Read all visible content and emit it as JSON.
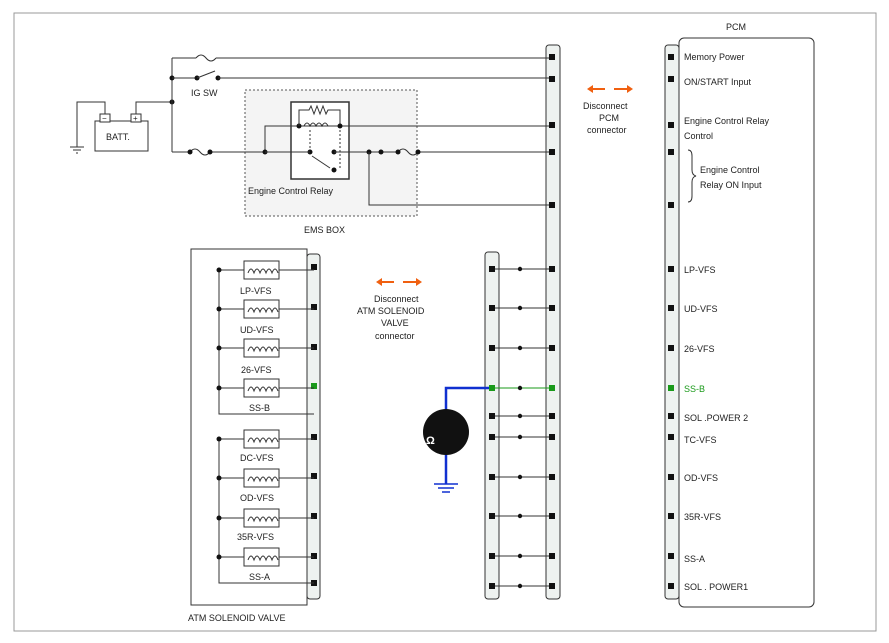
{
  "labels": {
    "pcm": "PCM",
    "batt": "BATT.",
    "ig_sw": "IG SW",
    "engine_control_relay": "Engine Control Relay",
    "ems_box": "EMS BOX",
    "atm_solenoid_valve": "ATM SOLENOID VALVE",
    "disconnect_pcm": [
      "Disconnect",
      "PCM",
      "connector"
    ],
    "disconnect_atm": [
      "Disconnect",
      "ATM SOLENOID",
      "VALVE",
      "connector"
    ],
    "ohmmeter_symbol": "Ω"
  },
  "pcm_pins": [
    {
      "label": [
        "Memory Power"
      ]
    },
    {
      "label": [
        "ON/START Input"
      ]
    },
    {
      "label": [
        "Engine Control Relay",
        "Control"
      ]
    },
    {
      "label": [
        "Engine Control",
        "Relay ON Input"
      ]
    },
    {
      "label": [
        "LP-VFS"
      ]
    },
    {
      "label": [
        "UD-VFS"
      ]
    },
    {
      "label": [
        "26-VFS"
      ]
    },
    {
      "label": [
        "SS-B"
      ],
      "highlight": true
    },
    {
      "label": [
        "SOL .POWER 2"
      ]
    },
    {
      "label": [
        "TC-VFS"
      ]
    },
    {
      "label": [
        "OD-VFS"
      ]
    },
    {
      "label": [
        "35R-VFS"
      ]
    },
    {
      "label": [
        "SS-A"
      ]
    },
    {
      "label": [
        "SOL . POWER1"
      ]
    }
  ],
  "solenoids": [
    "LP-VFS",
    "UD-VFS",
    "26-VFS",
    "SS-B",
    "DC-VFS",
    "OD-VFS",
    "35R-VFS",
    "SS-A"
  ],
  "colors": {
    "highlight": "#1a9a1a",
    "test_wire": "#1030d0",
    "arrow": "#f06010",
    "connector_fill": "#eef2f0",
    "ems_fill": "#f4f4f4"
  }
}
